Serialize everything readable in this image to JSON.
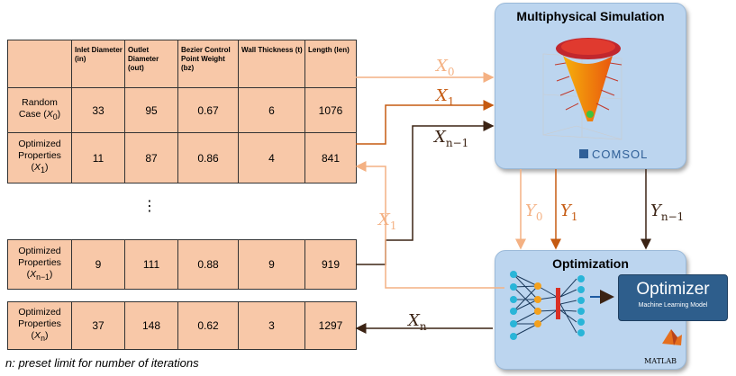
{
  "table": {
    "headers": [
      "Inlet Diameter (in)",
      "Outlet Diameter (out)",
      "Bezier Control Point Weight (bz)",
      "Wall Thickness (t)",
      "Length (len)"
    ],
    "rows": [
      {
        "label_line1": "Random",
        "label_line2": "Case",
        "sym": "X",
        "sub": "0",
        "values": [
          "33",
          "95",
          "0.67",
          "6",
          "1076"
        ]
      },
      {
        "label_line1": "Optimized",
        "label_line2": "Properties",
        "sym": "X",
        "sub": "1",
        "values": [
          "11",
          "87",
          "0.86",
          "4",
          "841"
        ]
      },
      {
        "label_line1": "Optimized",
        "label_line2": "Properties",
        "sym": "X",
        "sub": "n−1",
        "values": [
          "9",
          "111",
          "0.88",
          "9",
          "919"
        ]
      },
      {
        "label_line1": "Optimized",
        "label_line2": "Properties",
        "sym": "X",
        "sub": "n",
        "values": [
          "37",
          "148",
          "0.62",
          "3",
          "1297"
        ]
      }
    ],
    "ellipsis": "⋮"
  },
  "simulation": {
    "title": "Multiphysical Simulation",
    "logo": "COMSOL"
  },
  "optimization": {
    "title": "Optimization",
    "optimizer_title": "Optimizer",
    "optimizer_subtitle": "Machine Learning Model",
    "logo": "MATLAB"
  },
  "arrow_labels": {
    "x0": {
      "sym": "X",
      "sub": "0"
    },
    "x1": {
      "sym": "X",
      "sub": "1"
    },
    "xn1": {
      "sym": "X",
      "sub": "n−1"
    },
    "x1_back": {
      "sym": "X",
      "sub": "1"
    },
    "xn": {
      "sym": "X",
      "sub": "n"
    },
    "y0": {
      "sym": "Y",
      "sub": "0"
    },
    "y1": {
      "sym": "Y",
      "sub": "1"
    },
    "yn1": {
      "sym": "Y",
      "sub": "n−1"
    }
  },
  "colors": {
    "light": "#f4b183",
    "medium": "#c55a11",
    "dark": "#3b2314",
    "table_fill": "#f8c8a8",
    "box_fill": "#bcd5ef"
  },
  "footnote": "n: preset limit for number of iterations"
}
